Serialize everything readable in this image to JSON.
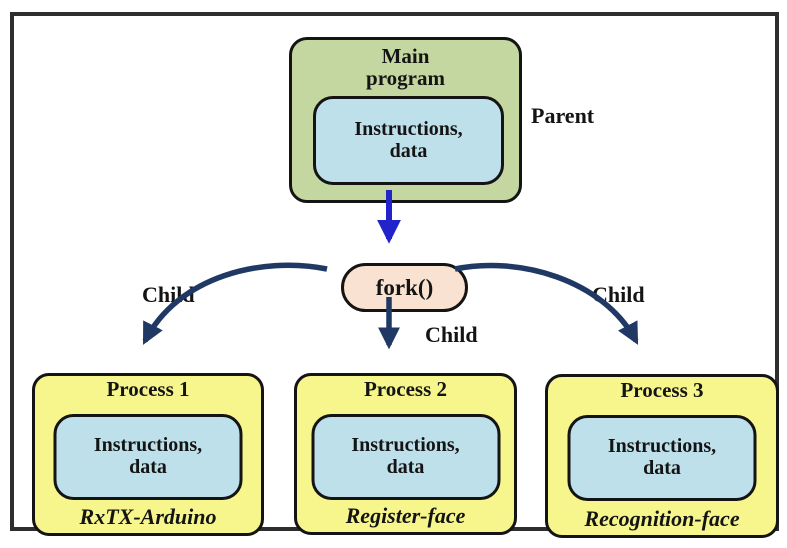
{
  "diagram_title": "fork() process creation diagram",
  "parent": {
    "title": "Main\nprogram",
    "memory": "Instructions,\ndata",
    "side_label": "Parent"
  },
  "fork": {
    "label": "fork()"
  },
  "child_labels": {
    "left": "Child",
    "middle": "Child",
    "right": "Child"
  },
  "processes": [
    {
      "title": "Process 1",
      "memory": "Instructions,\ndata",
      "caption": "RxTX-Arduino"
    },
    {
      "title": "Process 2",
      "memory": "Instructions,\ndata",
      "caption": "Register-face"
    },
    {
      "title": "Process 3",
      "memory": "Instructions,\ndata",
      "caption": "Recognition-face"
    }
  ],
  "colors": {
    "parent_box_bg": "#c4d7a0",
    "memory_box_bg": "#bde0eb",
    "process_box_bg": "#f6f68d",
    "fork_pill_bg": "#f9e2d2",
    "arrow_parent_blue": "#2323cc",
    "arrow_child_navy": "#1f3864",
    "outline_black": "#141414",
    "frame_border": "#2e2e2e"
  },
  "icons": {
    "down_arrow": "arrow pointing down",
    "curved_arrow": "curved arrow from fork to child process"
  }
}
